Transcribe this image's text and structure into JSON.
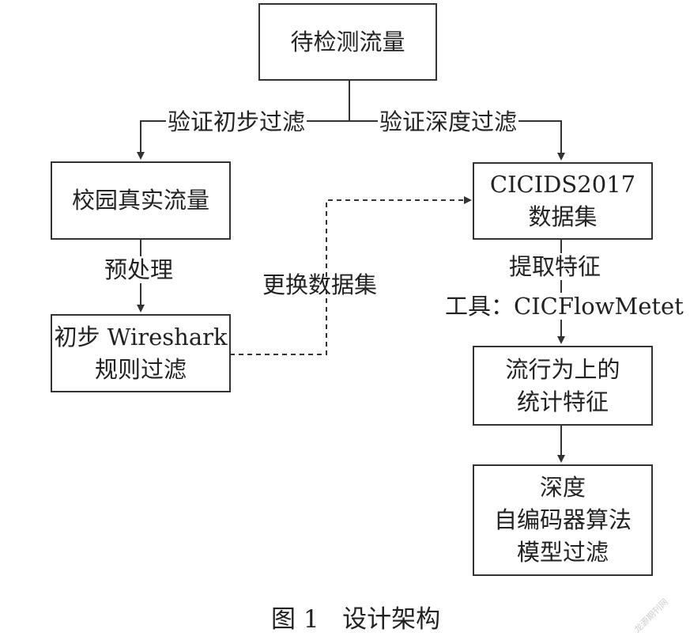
{
  "nodes": {
    "input_traffic": "待检测流量",
    "campus_traffic": "校园真实流量",
    "wireshark_filter": [
      "初步 Wireshark",
      "规则过滤"
    ],
    "cicids_dataset": [
      "CICIDS2017",
      "数据集"
    ],
    "flow_stats": [
      "流行为上的",
      "统计特征"
    ],
    "autoencoder_filter": [
      "深度",
      "自编码器算法",
      "模型过滤"
    ]
  },
  "edge_labels": {
    "initial_validation": "验证初步过滤",
    "deep_validation": "验证深度过滤",
    "preprocessing": "预处理",
    "switch_dataset": "更换数据集",
    "feature_extraction": "提取特征",
    "extraction_tool": "工具：CICFlowMetet"
  },
  "caption": "图 1   设计架构",
  "watermark": "龙源期刊网",
  "colors": {
    "line": "#333333",
    "text": "#222222",
    "background": "#ffffff"
  }
}
